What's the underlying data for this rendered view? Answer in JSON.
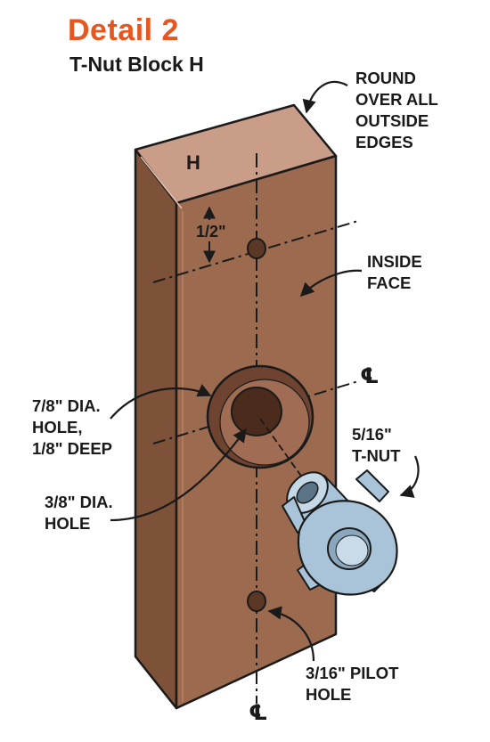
{
  "title": "Detail 2",
  "subtitle": "T-Nut Block H",
  "colors": {
    "title_orange": "#e8561f",
    "wood_front": "#9b6a4f",
    "wood_side": "#7e5139",
    "wood_top": "#c99d87",
    "tnut_steel": "#a9c4d8",
    "outline": "#1a1a1a"
  },
  "part_label": "H",
  "dimension_label": "1/2\"",
  "centerline_symbol": "℄",
  "callouts": {
    "round_over": "ROUND\nOVER ALL\nOUTSIDE\nEDGES",
    "inside_face": "INSIDE\nFACE",
    "counterbore": "7/8\" DIA.\nHOLE,\n1/8\" DEEP",
    "through_hole": "3/8\" DIA.\nHOLE",
    "tnut": "5/16\"\nT-NUT",
    "pilot_hole": "3/16\" PILOT\nHOLE"
  }
}
